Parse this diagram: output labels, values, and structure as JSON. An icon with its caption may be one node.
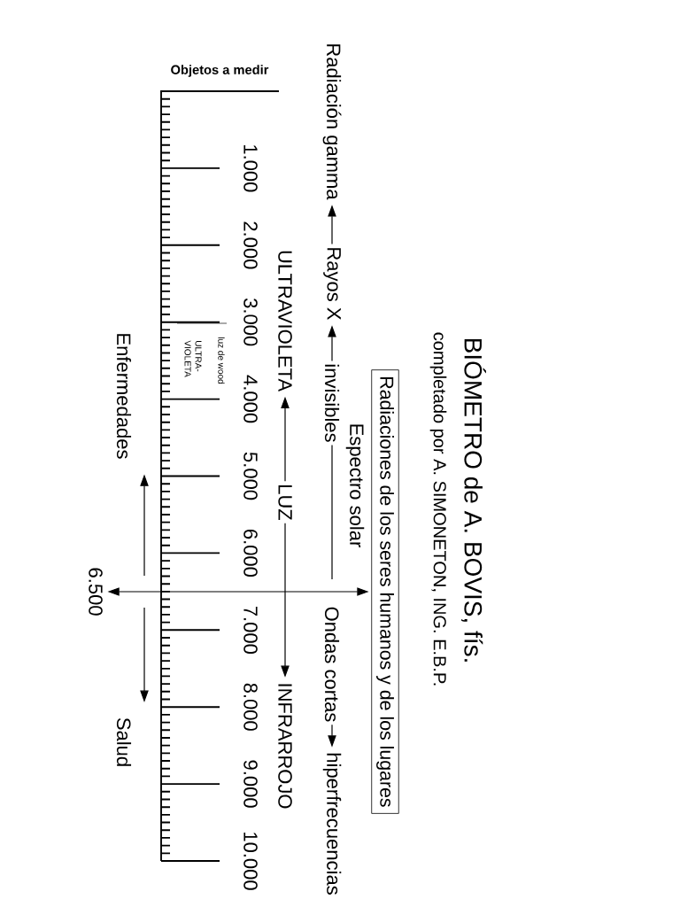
{
  "diagram": {
    "title": "BIÓMETRO de A. BOVIS, fís.",
    "nodes": [
      {
        "text": [
          "Radiación gamma"
        ]
      },
      {
        "text": [
          "Rayos X"
        ]
      },
      {
        "text": [
          "invisibles"
        ]
      },
      {
        "text": [
          "Ondas cortas"
        ]
      },
      {
        "text": [
          "hiperfrecuencias"
        ]
      },
      {
        "text": [
          "ULTRAVIOLETA"
        ]
      },
      {
        "text": [
          "LUZ"
        ]
      },
      {
        "text": [
          "INFRARROJO"
        ]
      },
      {
        "text": [
          "Enfermedades"
        ]
      },
      {
        "text": [
          "Salud"
        ]
      },
      {
        "text": [
          "Radiaciones de los seres humanos y de los lugares"
        ]
      },
      {
        "text": [
          "6.500"
        ]
      }
    ],
    "edges": [
      {
        "from": 1,
        "to": 0,
        "arrow": "to"
      },
      {
        "from": 2,
        "to": 1,
        "arrow": "to"
      },
      {
        "from": 2,
        "to": null,
        "arrow": "none"
      },
      {
        "from": 3,
        "to": 4,
        "arrow": "to"
      },
      {
        "from": 6,
        "to": 5,
        "arrow": "to"
      },
      {
        "from": 6,
        "to": 7,
        "arrow": "to"
      },
      {
        "from": 11,
        "to": 10,
        "arrow": "both"
      },
      {
        "from": null,
        "to": 8,
        "arrow": "to"
      },
      {
        "from": null,
        "to": 9,
        "arrow": "to"
      }
    ],
    "labels": [
      "completado por A. SIMONETON, ING. E.B.P.",
      "Objetos a medir",
      "Espectro solar",
      "1.000",
      "2.000",
      "3.000",
      "4.000",
      "5.000",
      "6.000",
      "7.000",
      "8.000",
      "9.000",
      "10.000",
      "luz de wood",
      "ULTRA- VIOLETA"
    ]
  }
}
